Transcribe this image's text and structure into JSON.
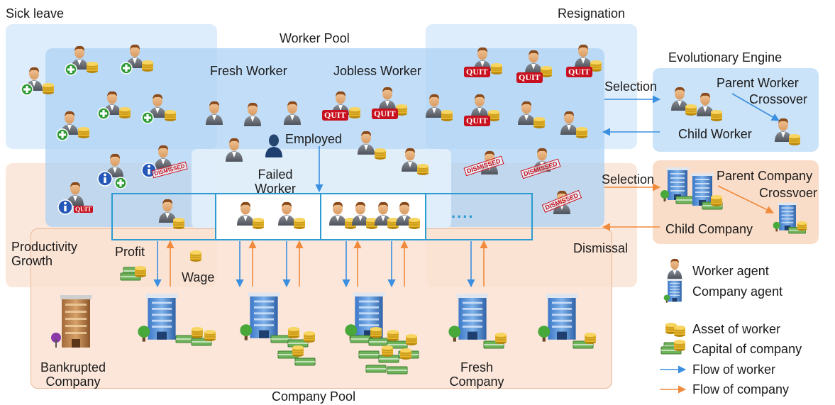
{
  "labels": {
    "sick_leave": "Sick leave",
    "resignation": "Resignation",
    "worker_pool": "Worker Pool",
    "fresh_worker": "Fresh Worker",
    "jobless_worker": "Jobless Worker",
    "employed": "Employed",
    "failed_worker_1": "Failed",
    "failed_worker_2": "Worker",
    "productivity_1": "Productivity",
    "productivity_2": "Growth",
    "profit": "Profit",
    "wage": "Wage",
    "dismissal": "Dismissal",
    "company_pool": "Company Pool",
    "bankrupted_1": "Bankrupted",
    "bankrupted_2": "Company",
    "fresh_company_1": "Fresh",
    "fresh_company_2": "Company",
    "ellipsis": "....",
    "evolutionary_engine": "Evolutionary Engine",
    "selection_worker": "Selection",
    "selection_company": "Selection",
    "parent_worker": "Parent Worker",
    "crossover": "Crossover",
    "child_worker": "Child Worker",
    "parent_company": "Parent Company",
    "crossvoer": "Crossvoer",
    "child_company": "Child Company"
  },
  "badges": {
    "quit": "QUIT",
    "dismissed": "DISMISSED"
  },
  "legend": [
    {
      "icon": "worker-agent-icon",
      "label": "Worker agent"
    },
    {
      "icon": "company-agent-icon",
      "label": "Company agent"
    },
    {
      "icon": "asset-of-worker-icon",
      "label": "Asset of worker"
    },
    {
      "icon": "capital-of-company-icon",
      "label": "Capital of company"
    },
    {
      "icon": "flow-of-worker-arrow",
      "label": "Flow of worker"
    },
    {
      "icon": "flow-of-company-arrow",
      "label": "Flow of company"
    }
  ],
  "colors": {
    "worker_flow": "#3a8fe0",
    "company_flow": "#f08a3c",
    "slot_border": "#2b9bd1",
    "quit_badge": "#c8101e"
  }
}
